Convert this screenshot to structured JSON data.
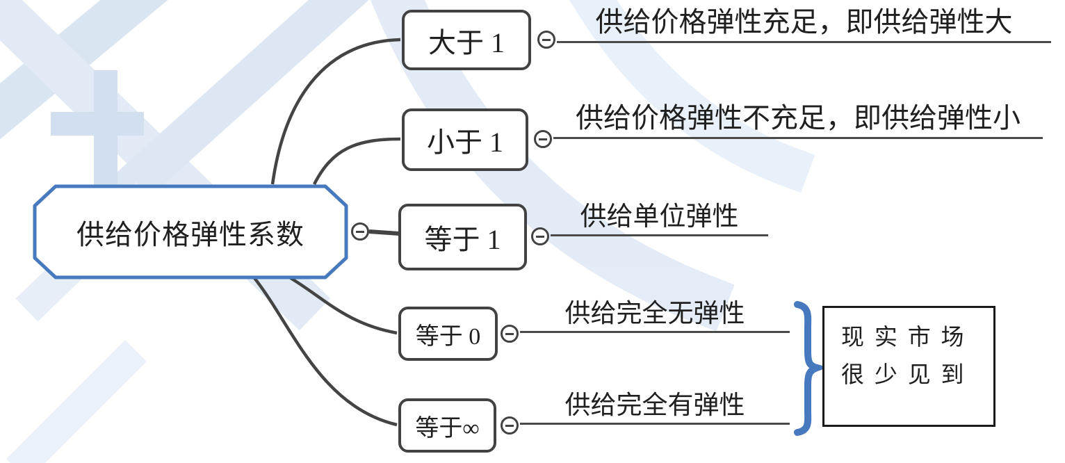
{
  "root": {
    "label": "供给价格弹性系数"
  },
  "branches": [
    {
      "box_label": "大于 1",
      "line_label": "供给价格弹性充足，即供给弹性大"
    },
    {
      "box_label": "小于 1",
      "line_label": "供给价格弹性不充足，即供给弹性小"
    },
    {
      "box_label": "等于 1",
      "line_label": "供给单位弹性"
    },
    {
      "box_label": "等于 0",
      "line_label": "供给完全无弹性"
    },
    {
      "box_label": "等于∞",
      "line_label": "供给完全有弹性"
    }
  ],
  "annotation": {
    "full_text": "现实市场很少见到",
    "line1": "现实市场",
    "line2": "很少见到"
  },
  "icons": {
    "collapse_minus": "minus-icon"
  },
  "colors": {
    "root_border": "#4779be",
    "brace": "#4779be",
    "topic_border": "#424242",
    "connector_line": "#4a4a4a",
    "text": "#1f1f1f",
    "watermark_blue": "#cfdeef",
    "background": "#ffffff"
  }
}
